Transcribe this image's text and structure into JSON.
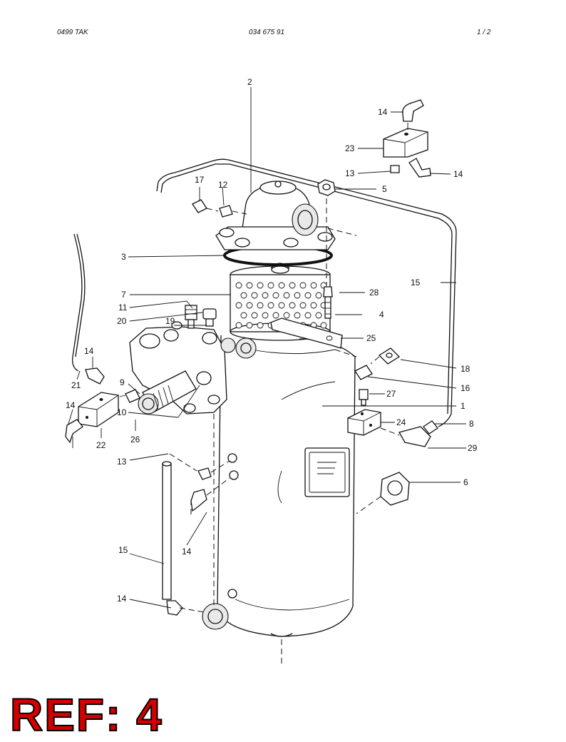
{
  "header": {
    "left": "0499   TAK",
    "center": "034 675 91",
    "right": "1   /  2"
  },
  "callouts": {
    "c2": "2",
    "c14a": "14",
    "c23": "23",
    "c13a": "13",
    "c14b": "14",
    "c5": "5",
    "c17": "17",
    "c12": "12",
    "c3": "3",
    "c15a": "15",
    "c7": "7",
    "c28": "28",
    "c11": "11",
    "c4": "4",
    "c20": "20",
    "c19": "19",
    "c25": "25",
    "c14c": "14",
    "c18": "18",
    "c21": "21",
    "c16": "16",
    "c9": "9",
    "c27": "27",
    "c14d": "14",
    "c10": "10",
    "c1": "1",
    "c24": "24",
    "c8": "8",
    "c26": "26",
    "c22": "22",
    "c29": "29",
    "c13b": "13",
    "c6": "6",
    "c15b": "15",
    "c14e": "14",
    "c14f": "14"
  },
  "ref_label": "REF: 4"
}
